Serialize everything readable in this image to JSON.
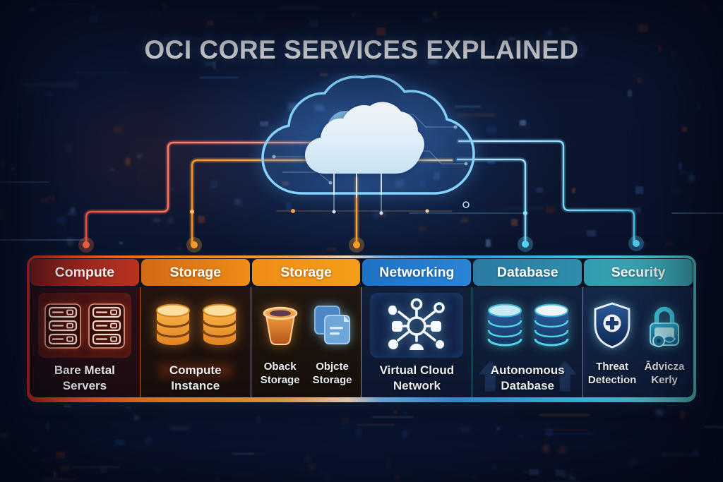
{
  "title": "OCI CORE SERVICES EXPLAINED",
  "cloud": {
    "icon": "cloud-icon"
  },
  "colors": {
    "background": "#0c1630",
    "line_red": "#ff5540",
    "line_orange": "#ff9a20",
    "line_blue": "#45c8f0",
    "border_gradient": [
      "#e43020",
      "#f07d18",
      "#f3d9c0",
      "#2f9ad8",
      "#5ed2cf"
    ]
  },
  "table": {
    "columns": [
      {
        "header": "Compute",
        "header_colors": [
          "#8e1f1c",
          "#b93323"
        ],
        "icon": "server-rack-icon",
        "label": "Bare Metal Servers"
      },
      {
        "header": "Storage",
        "header_colors": [
          "#d06a16",
          "#ee8c16"
        ],
        "icon": "database-cylinders-gold-icon",
        "label": "Compute Instance"
      },
      {
        "header": "Storage",
        "header_colors": [
          "#ee8c16",
          "#f69d18"
        ],
        "items": [
          {
            "icon": "bucket-icon",
            "label": "Oback Storage"
          },
          {
            "icon": "document-copy-icon",
            "label": "Objcte Storage"
          }
        ]
      },
      {
        "header": "Networking",
        "header_colors": [
          "#1e72c4",
          "#2b84d6"
        ],
        "icon": "network-topology-icon",
        "label": "Virtual Cloud Network"
      },
      {
        "header": "Database",
        "header_colors": [
          "#2b7aa2",
          "#2e8dac"
        ],
        "icon": "database-cylinders-teal-icon",
        "label": "Autonomous Database"
      },
      {
        "header": "Security",
        "header_colors": [
          "#319cae",
          "#46b8c4"
        ],
        "items": [
          {
            "icon": "shield-cross-icon",
            "label": "Threat Detection"
          },
          {
            "icon": "padlock-key-icon",
            "label": "Ādvicza Kerly"
          }
        ]
      }
    ]
  }
}
